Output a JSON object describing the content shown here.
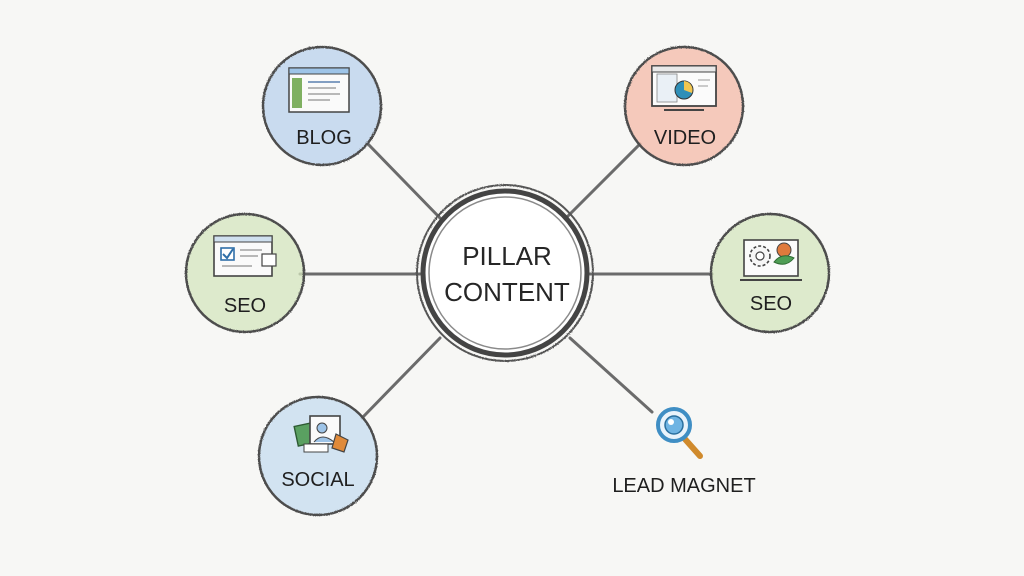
{
  "center": {
    "line1": "PILLAR",
    "line2": "CONTENT"
  },
  "nodes": [
    {
      "id": "blog",
      "label": "BLOG",
      "icon": "blog-window-icon",
      "color": "#b9d2ec"
    },
    {
      "id": "video",
      "label": "VIDEO",
      "icon": "video-monitor-icon",
      "color": "#f4b9a8"
    },
    {
      "id": "seo-left",
      "label": "SEO",
      "icon": "seo-checklist-icon",
      "color": "#d4e6bd"
    },
    {
      "id": "seo-right",
      "label": "SEO",
      "icon": "seo-gear-icon",
      "color": "#d4e6bd"
    },
    {
      "id": "social",
      "label": "SOCIAL",
      "icon": "social-media-icon",
      "color": "#c6dcef"
    },
    {
      "id": "lead-magnet",
      "label": "LEAD MAGNET",
      "icon": "magnifier-icon",
      "color": "#3f8ec4"
    }
  ]
}
